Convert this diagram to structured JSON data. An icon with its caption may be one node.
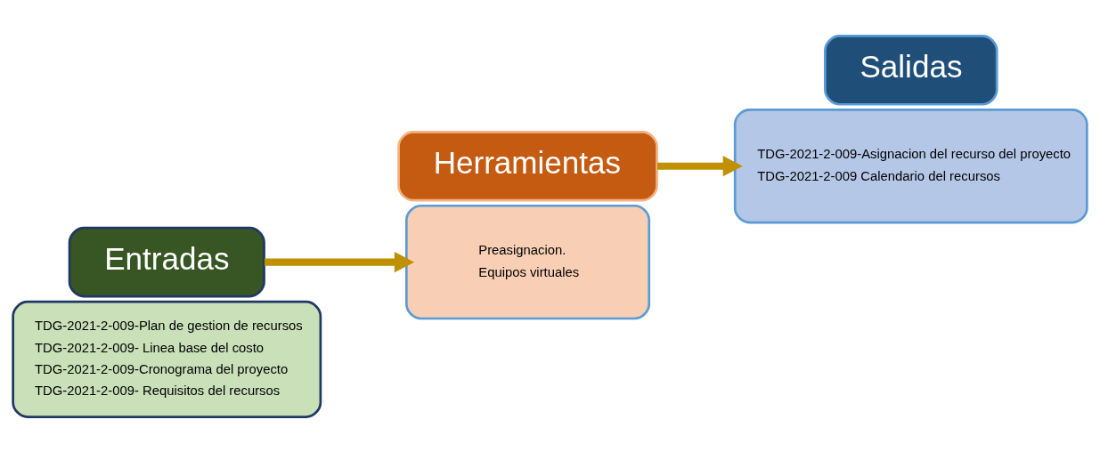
{
  "diagram": {
    "nodes": [
      {
        "text": [
          "TDG-2021-2-009-Plan de gestion de recursos",
          "TDG-2021-2-009- Linea base del costo",
          "TDG-2021-2-009-Cronograma del proyecto",
          "TDG-2021-2-009- Requisitos del recursos"
        ]
      },
      {
        "text": [
          "Entradas"
        ]
      },
      {
        "text": [
          "Herramientas"
        ]
      },
      {
        "text": [
          "Preasignacion.",
          "Equipos virtuales"
        ]
      },
      {
        "text": [
          "TDG-2021-2-009-Asignacion del recurso del proyecto",
          "TDG-2021-2-009 Calendario del recursos"
        ]
      },
      {
        "text": [
          "Salidas"
        ]
      }
    ],
    "edges": [
      {
        "from": 1,
        "to": 3,
        "arrow": "to"
      },
      {
        "from": 2,
        "to": 4,
        "arrow": "to"
      }
    ]
  }
}
